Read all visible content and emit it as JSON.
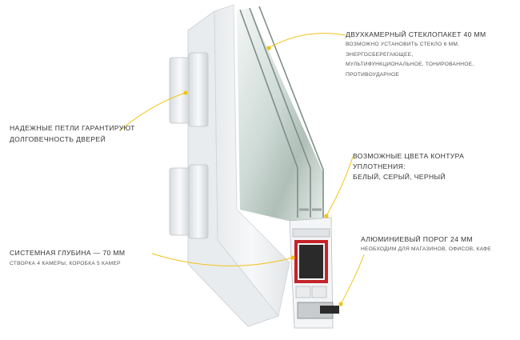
{
  "colors": {
    "accent_line": "#f2c318",
    "frame_white": "#f1f3f4",
    "frame_shade": "#dfe2e4",
    "glass_tint": "#dbe6e3",
    "red_insert": "#c4242b",
    "text": "#333333"
  },
  "callouts": {
    "glass": {
      "title": "ДВУХКАМЕРНЫЙ СТЕКЛОПАКЕТ 40 ММ",
      "line1": "ВОЗМОЖНО УСТАНОВИТЬ СТЕКЛО 6 ММ, ЭНЕРГОСБЕРЕГАЮЩЕЕ,",
      "line2": "МУЛЬТИФУНКЦИОНАЛЬНОЕ, ТОНИРОВАННОЕ, ПРОТИВОУДАРНОЕ"
    },
    "hinges": {
      "line1": "НАДЕЖНЫЕ ПЕТЛИ ГАРАНТИРУЮТ",
      "line2": "ДОЛГОВЕЧНОСТЬ ДВЕРЕЙ"
    },
    "seal": {
      "line1": "ВОЗМОЖНЫЕ ЦВЕТА КОНТУРА УПЛОТНЕНИЯ:",
      "line2": "БЕЛЫЙ, СЕРЫЙ, ЧЕРНЫЙ"
    },
    "depth": {
      "title": "СИСТЕМНАЯ ГЛУБИНА — 70 ММ",
      "desc": "СТВОРКА 4 КАМЕРЫ, КОРОБКА 5 КАМЕР"
    },
    "sill": {
      "title": "АЛЮМИНИЕВЫЙ ПОРОГ 24 ММ",
      "desc": "НЕОБХОДИМ ДЛЯ МАГАЗИНОВ, ОФИСОВ, КАФЕ"
    }
  },
  "icons": {
    "connector_dot": "callout-dot-icon"
  }
}
